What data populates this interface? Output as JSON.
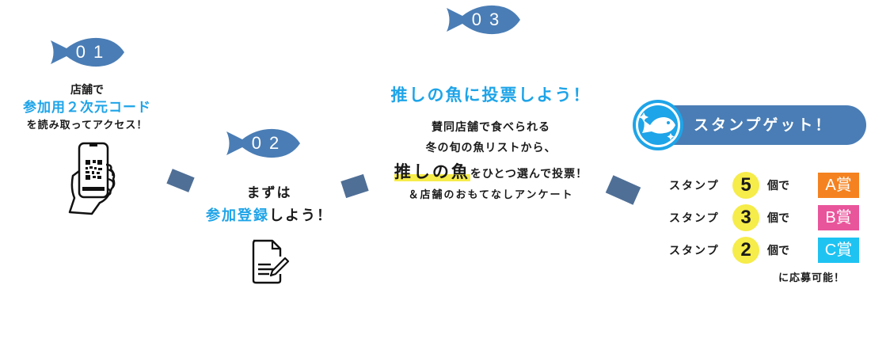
{
  "colors": {
    "fish_badge": "#4a7db5",
    "arrow": "#4f6f96",
    "accent_blue": "#1ea4e8",
    "highlight_yellow": "#f6ec4a",
    "stamp_banner": "#4a7db5",
    "prize_a": "#f58220",
    "prize_b": "#e9559b",
    "prize_c": "#1ec3f2"
  },
  "steps": [
    {
      "number": "01",
      "lines": [
        "店舗で",
        "参加用２次元コード",
        "を読み取ってアクセス！"
      ],
      "icon": "phone-qr-icon"
    },
    {
      "number": "02",
      "line1": "まずは",
      "line2_highlight": "参加登録",
      "line2_rest": "しよう！",
      "icon": "document-pen-icon"
    },
    {
      "number": "03",
      "heading": "推しの魚に投票しよう！",
      "line1": "賛同店舗で食べられる",
      "line2": "冬の旬の魚リストから、",
      "line3_highlight": "推しの魚",
      "line3_rest": "をひとつ選んで投票！",
      "line4": "＆店舗のおもてなしアンケート"
    }
  ],
  "stamp": {
    "banner_label": "スタンプゲット！",
    "icon": "fish-sparkle-icon",
    "rows": [
      {
        "label": "スタンプ",
        "count": "5",
        "unit": "個で",
        "prize": "A賞",
        "color": "#f58220"
      },
      {
        "label": "スタンプ",
        "count": "3",
        "unit": "個で",
        "prize": "B賞",
        "color": "#e9559b"
      },
      {
        "label": "スタンプ",
        "count": "2",
        "unit": "個で",
        "prize": "C賞",
        "color": "#1ec3f2"
      }
    ],
    "footer": "に応募可能！"
  }
}
